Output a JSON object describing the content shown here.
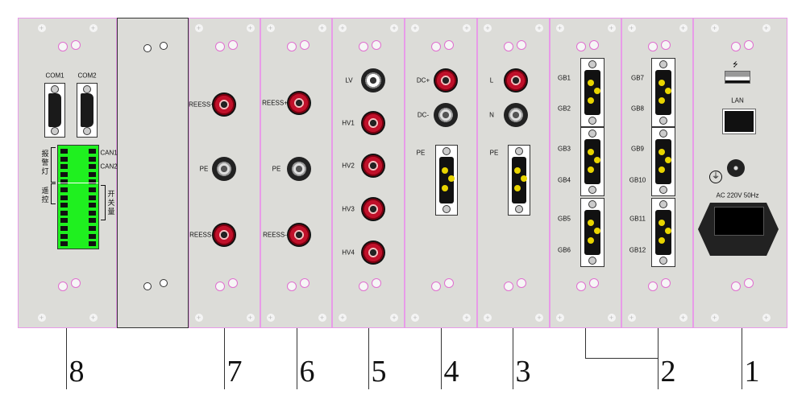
{
  "panel8": {
    "com1": "COM1",
    "com2": "COM2",
    "can1": "CAN1",
    "can2": "CAN2",
    "alarm_light": "报警灯",
    "remote": "遥控",
    "switch_io": "开关量"
  },
  "panel7": {
    "reess_plus": "REESS+",
    "pe": "PE",
    "reess_minus": "REESS-"
  },
  "panel6": {
    "reess_plus": "REESS+",
    "pe": "PE",
    "reess_minus": "REESS-"
  },
  "panel5": {
    "lv": "LV",
    "hv1": "HV1",
    "hv2": "HV2",
    "hv3": "HV3",
    "hv4": "HV4"
  },
  "panel4": {
    "dc_plus": "DC+",
    "dc_minus": "DC-",
    "pe": "PE"
  },
  "panel3": {
    "l": "L",
    "n": "N",
    "pe": "PE"
  },
  "panel2": {
    "gb": [
      "GB1",
      "GB2",
      "GB3",
      "GB4",
      "GB5",
      "GB6",
      "GB7",
      "GB8",
      "GB9",
      "GB10",
      "GB11",
      "GB12"
    ]
  },
  "panel1": {
    "lan": "LAN",
    "power": "AC 220V 50Hz"
  },
  "callouts": [
    "8",
    "7",
    "6",
    "5",
    "4",
    "3",
    "2",
    "1"
  ],
  "colors": {
    "panel": "#dcdcd8",
    "border": "#e89be8",
    "jack_red": "#c0102a",
    "terminal": "#1ff01f",
    "pin": "#e8d400"
  }
}
